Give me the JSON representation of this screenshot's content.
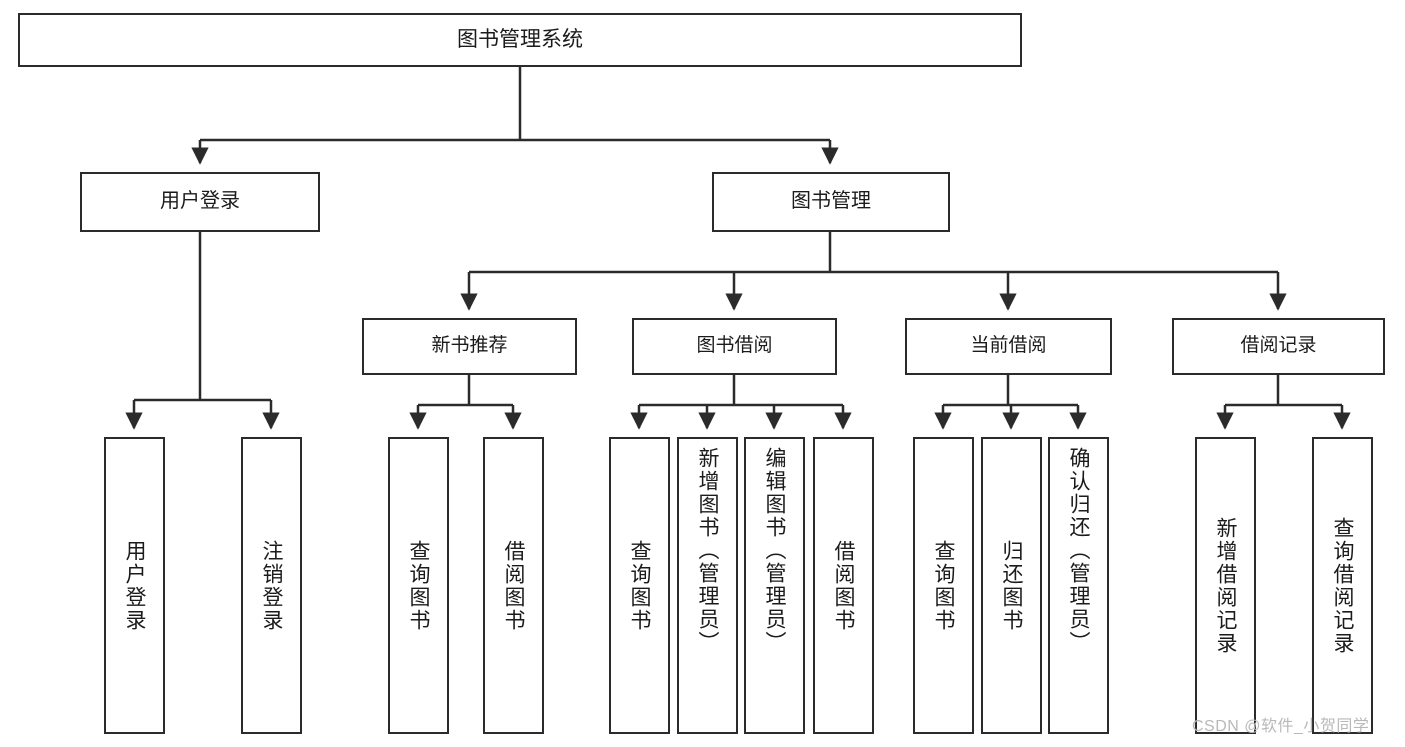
{
  "diagram": {
    "title": "图书管理系统",
    "root": {
      "label": "图书管理系统"
    },
    "level1": [
      {
        "label": "用户登录"
      },
      {
        "label": "图书管理"
      }
    ],
    "level2": [
      {
        "label": "新书推荐"
      },
      {
        "label": "图书借阅"
      },
      {
        "label": "当前借阅"
      },
      {
        "label": "借阅记录"
      }
    ],
    "leaves": {
      "user_login": [
        {
          "label": "用户登录"
        },
        {
          "label": "注销登录"
        }
      ],
      "new_book_recommend": [
        {
          "label": "查询图书"
        },
        {
          "label": "借阅图书"
        }
      ],
      "book_borrow": [
        {
          "label": "查询图书"
        },
        {
          "label": "新增图书（管理员）"
        },
        {
          "label": "编辑图书（管理员）"
        },
        {
          "label": "借阅图书"
        }
      ],
      "current_borrow": [
        {
          "label": "查询图书"
        },
        {
          "label": "归还图书"
        },
        {
          "label": "确认归还（管理员）"
        }
      ],
      "borrow_record": [
        {
          "label": "新增借阅记录"
        },
        {
          "label": "查询借阅记录"
        }
      ]
    }
  },
  "watermark": {
    "text": "CSDN @软件_小贺同学"
  },
  "colors": {
    "stroke": "#2b2b2b",
    "background": "#ffffff",
    "text": "#1b1b1b",
    "watermark": "#b9b9b9"
  }
}
